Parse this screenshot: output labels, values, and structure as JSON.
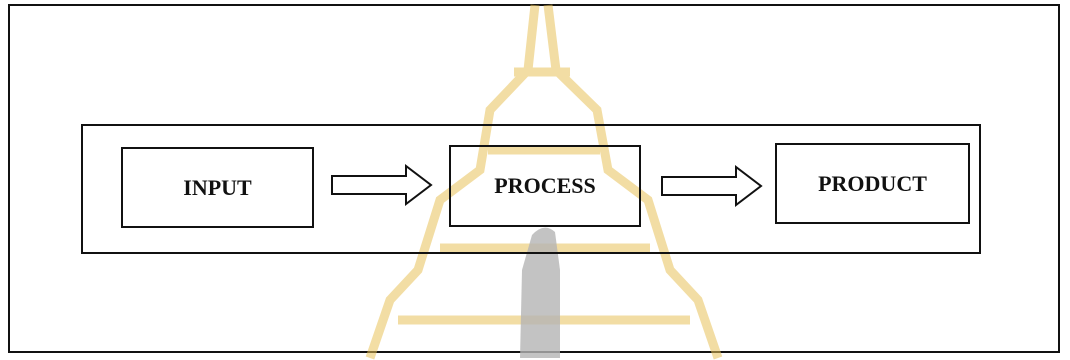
{
  "diagram": {
    "stages": [
      {
        "label": "INPUT"
      },
      {
        "label": "PROCESS"
      },
      {
        "label": "PRODUCT"
      }
    ]
  },
  "colors": {
    "line": "#111111",
    "watermark_gold": "#e9c25a",
    "watermark_gray": "#b4b4b4"
  },
  "watermark": {
    "icon": "tower-seal-icon"
  }
}
